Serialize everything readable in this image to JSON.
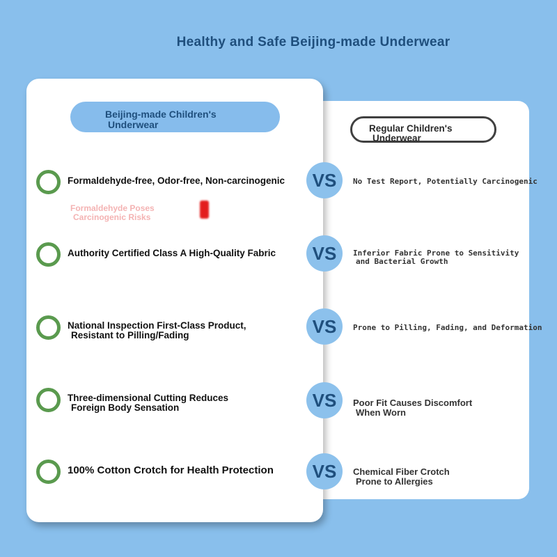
{
  "title": "Healthy and Safe Beijing-made Underwear",
  "left_header": [
    "Beijing-made Children's",
    "Underwear"
  ],
  "right_header": [
    "Regular Children's",
    "Underwear"
  ],
  "vs_label": "VS",
  "warning": [
    "Formaldehyde Poses",
    "Carcinogenic Risks"
  ],
  "rows": [
    {
      "feature": [
        "Formaldehyde-free, Odor-free, Non-carcinogenic"
      ],
      "contrast": [
        "No Test Report, Potentially Carcinogenic"
      ]
    },
    {
      "feature": [
        "Authority Certified Class A High-Quality Fabric"
      ],
      "contrast": [
        "Inferior Fabric Prone to Sensitivity",
        "and Bacterial Growth"
      ]
    },
    {
      "feature": [
        "National Inspection First-Class Product,",
        "Resistant to Pilling/Fading"
      ],
      "contrast": [
        "Prone to Pilling, Fading, and Deformation"
      ]
    },
    {
      "feature": [
        "Three-dimensional Cutting Reduces",
        "Foreign Body Sensation"
      ],
      "contrast": [
        "Poor Fit Causes Discomfort",
        "When Worn"
      ]
    },
    {
      "feature": [
        "100% Cotton Crotch for Health Protection"
      ],
      "contrast": [
        "Chemical Fiber Crotch",
        "Prone to Allergies"
      ]
    }
  ],
  "colors": {
    "background": "#89bfec",
    "accent_blue": "#1f4f7d",
    "ring_green": "#5a9a4e",
    "warning_pink": "#f4b3b3"
  }
}
